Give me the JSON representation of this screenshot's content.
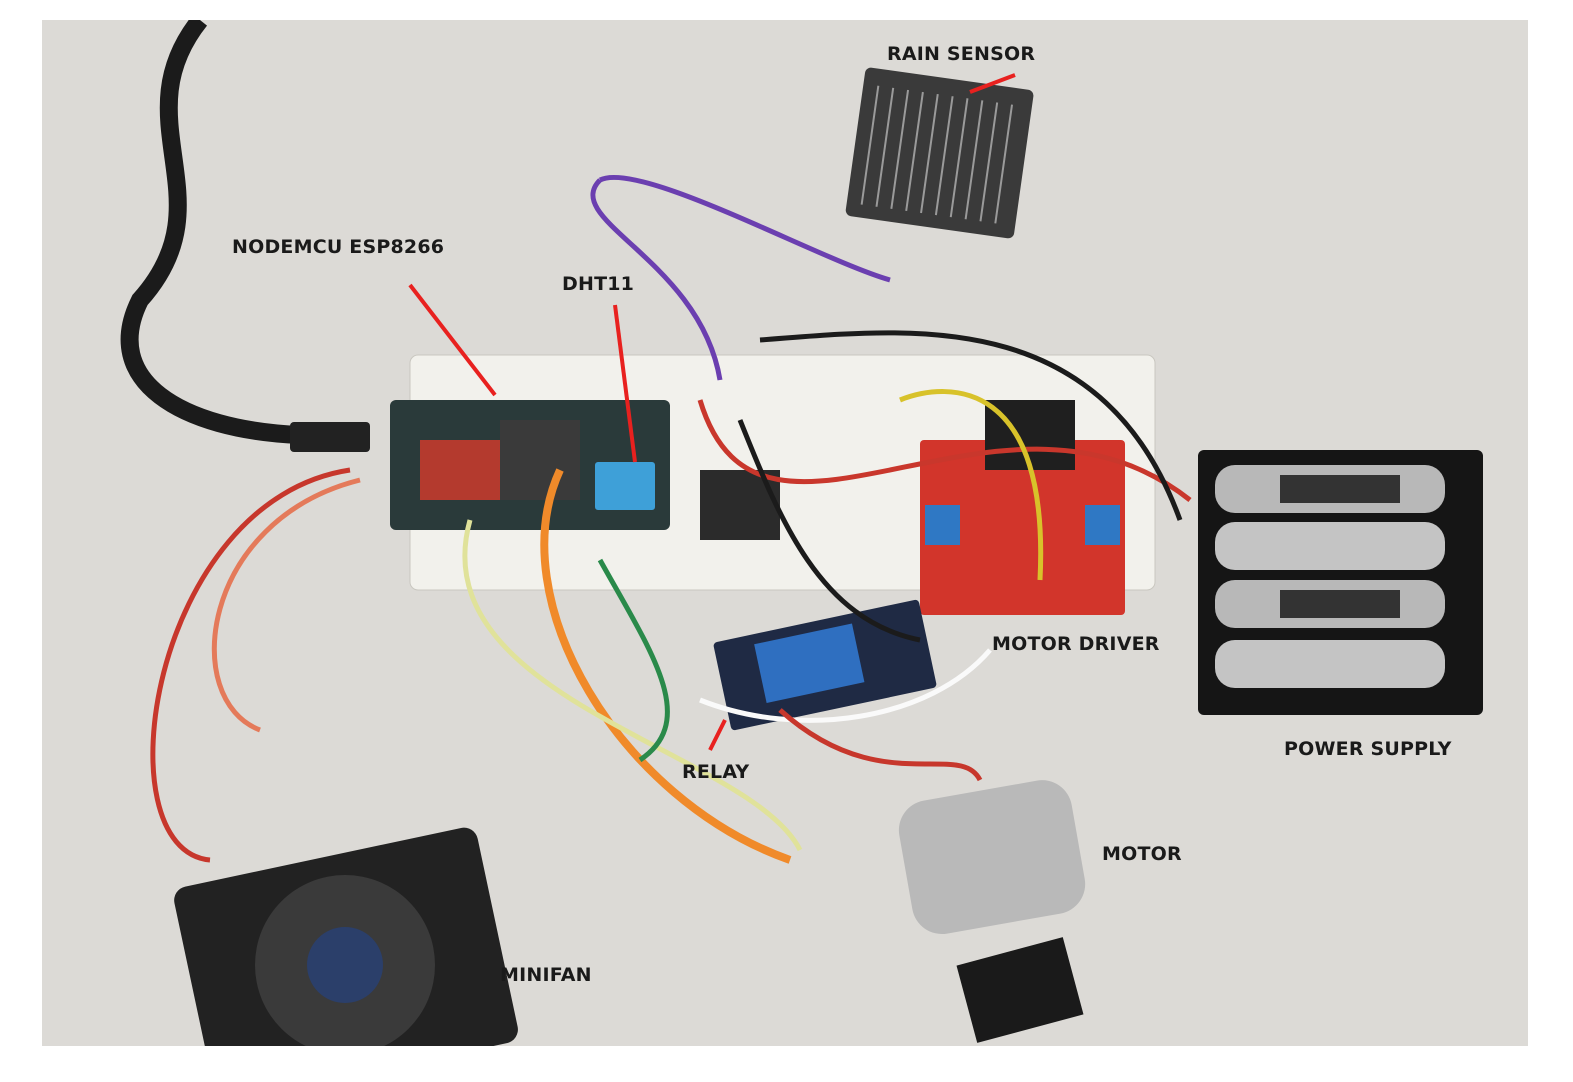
{
  "labels": {
    "rain_sensor": "RAIN SENSOR",
    "nodemcu": "NODEMCU ESP8266",
    "dht11": "DHT11",
    "motor_driver": "MOTOR DRIVER",
    "power_supply": "POWER SUPPLY",
    "relay": "RELAY",
    "motor": "MOTOR",
    "minifan": "MINIFAN"
  },
  "colors": {
    "background": "#dcdad6",
    "pointer": "#e8211f",
    "breadboard": "#f2f1ec",
    "motor_driver_board": "#d2352b",
    "relay_board": "#1f2a44"
  }
}
